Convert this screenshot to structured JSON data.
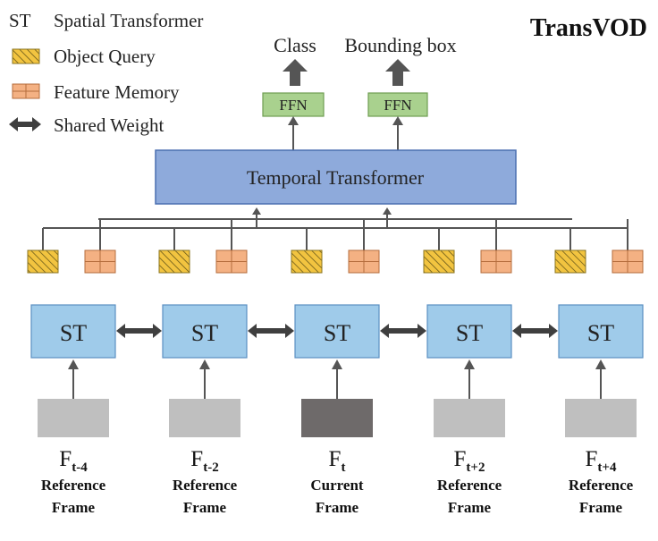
{
  "title": "TransVOD",
  "legend": [
    {
      "symbol": "ST",
      "label": "Spatial Transformer",
      "kind": "text"
    },
    {
      "label": "Object Query",
      "kind": "query-swatch"
    },
    {
      "label": "Feature Memory",
      "kind": "memory-swatch"
    },
    {
      "label": "Shared Weight",
      "kind": "double-arrow"
    }
  ],
  "outputs": [
    {
      "label": "Class",
      "ffn_label": "FFN"
    },
    {
      "label": "Bounding box",
      "ffn_label": "FFN"
    }
  ],
  "temporal_transformer_label": "Temporal Transformer",
  "st_label": "ST",
  "frames": [
    {
      "main": "F",
      "sub": "t-4",
      "line1": "Reference",
      "line2": "Frame",
      "current": false
    },
    {
      "main": "F",
      "sub": "t-2",
      "line1": "Reference",
      "line2": "Frame",
      "current": false
    },
    {
      "main": "F",
      "sub": "t",
      "line1": "Current",
      "line2": "Frame",
      "current": true
    },
    {
      "main": "F",
      "sub": "t+2",
      "line1": "Reference",
      "line2": "Frame",
      "current": false
    },
    {
      "main": "F",
      "sub": "t+4",
      "line1": "Reference",
      "line2": "Frame",
      "current": false
    }
  ],
  "colors": {
    "st_fill": "#9fcbea",
    "st_stroke": "#5b8fc2",
    "tt_fill": "#8eaadb",
    "tt_stroke": "#4a6fb0",
    "ffn_fill": "#a9d18e",
    "ffn_stroke": "#6f9e52",
    "query_fill": "#f2c440",
    "memory_fill": "#f4b183",
    "reference_frame": "#bfbfbf",
    "current_frame": "#6e6a6a",
    "shared_arrow": "#3f3f3f"
  }
}
